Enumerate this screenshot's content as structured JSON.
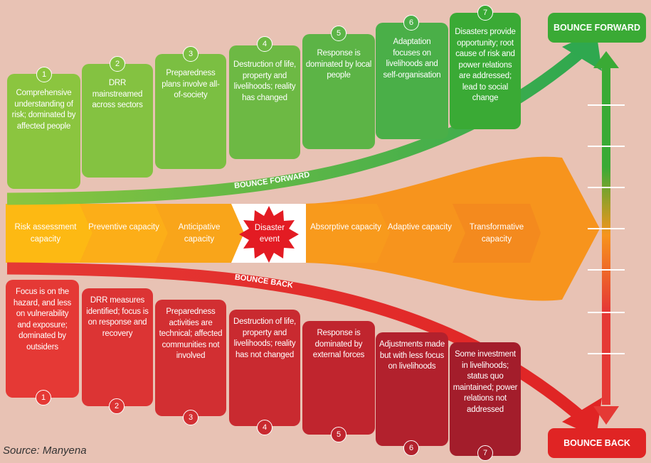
{
  "colors": {
    "background": "#e8c2b4",
    "green_light": "#8bc53f",
    "green_dark": "#3aaa35",
    "red_light": "#e53935",
    "red_dark": "#a31d2b",
    "orange": "#f7941d",
    "yellow": "#fdb913"
  },
  "bounce_forward": {
    "arc_label": "BOUNCE FORWARD",
    "end_label": "BOUNCE FORWARD",
    "steps": [
      {
        "num": "1",
        "text": "Comprehensive understanding of risk; dominated by affected people"
      },
      {
        "num": "2",
        "text": "DRR mainstreamed across sectors"
      },
      {
        "num": "3",
        "text": "Preparedness plans involve all-of-society"
      },
      {
        "num": "4",
        "text": "Destruction of life, property and livelihoods; reality has changed"
      },
      {
        "num": "5",
        "text": "Response is dominated by local people"
      },
      {
        "num": "6",
        "text": "Adaptation focuses on livelihoods and self-organisation"
      },
      {
        "num": "7",
        "text": "Disasters provide opportunity; root cause of risk and power relations are addressed; lead to social change"
      }
    ]
  },
  "capacities": {
    "items": [
      "Risk assessment capacity",
      "Preventive capacity",
      "Anticipative capacity",
      "Absorptive capacity",
      "Adaptive capacity",
      "Transformative capacity"
    ],
    "disaster": "Disaster event"
  },
  "bounce_back": {
    "arc_label": "BOUNCE BACK",
    "end_label": "BOUNCE BACK",
    "steps": [
      {
        "num": "1",
        "text": "Focus is on the hazard, and less on vulnerability and exposure; dominated by outsiders"
      },
      {
        "num": "2",
        "text": "DRR measures identified; focus is on response and recovery"
      },
      {
        "num": "3",
        "text": "Preparedness activities are technical; affected communities not involved"
      },
      {
        "num": "4",
        "text": "Destruction of life, property and livelihoods; reality has not changed"
      },
      {
        "num": "5",
        "text": "Response is dominated by external forces"
      },
      {
        "num": "6",
        "text": "Adjustments made but with less focus on livelihoods"
      },
      {
        "num": "7",
        "text": "Some investment in livelihoods; status quo maintained; power relations not addressed"
      }
    ]
  },
  "source": "Source: Manyena"
}
